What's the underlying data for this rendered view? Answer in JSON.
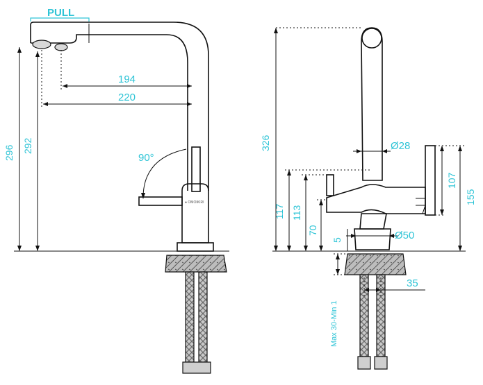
{
  "side_view": {
    "pull_label": "PULL",
    "dim_194": "194",
    "dim_220": "220",
    "angle": "90°",
    "dim_296": "296",
    "dim_292": "292"
  },
  "front_view": {
    "dim_326": "326",
    "dim_d28": "Ø28",
    "dim_107": "107",
    "dim_155": "155",
    "dim_117": "117",
    "dim_113": "113",
    "dim_70": "70",
    "dim_5": "5",
    "dim_d50": "Ø50",
    "dim_35": "35",
    "dim_max": "Max 30-Min 1"
  },
  "colors": {
    "dimension": "#2ec4d6",
    "line": "#111111"
  }
}
